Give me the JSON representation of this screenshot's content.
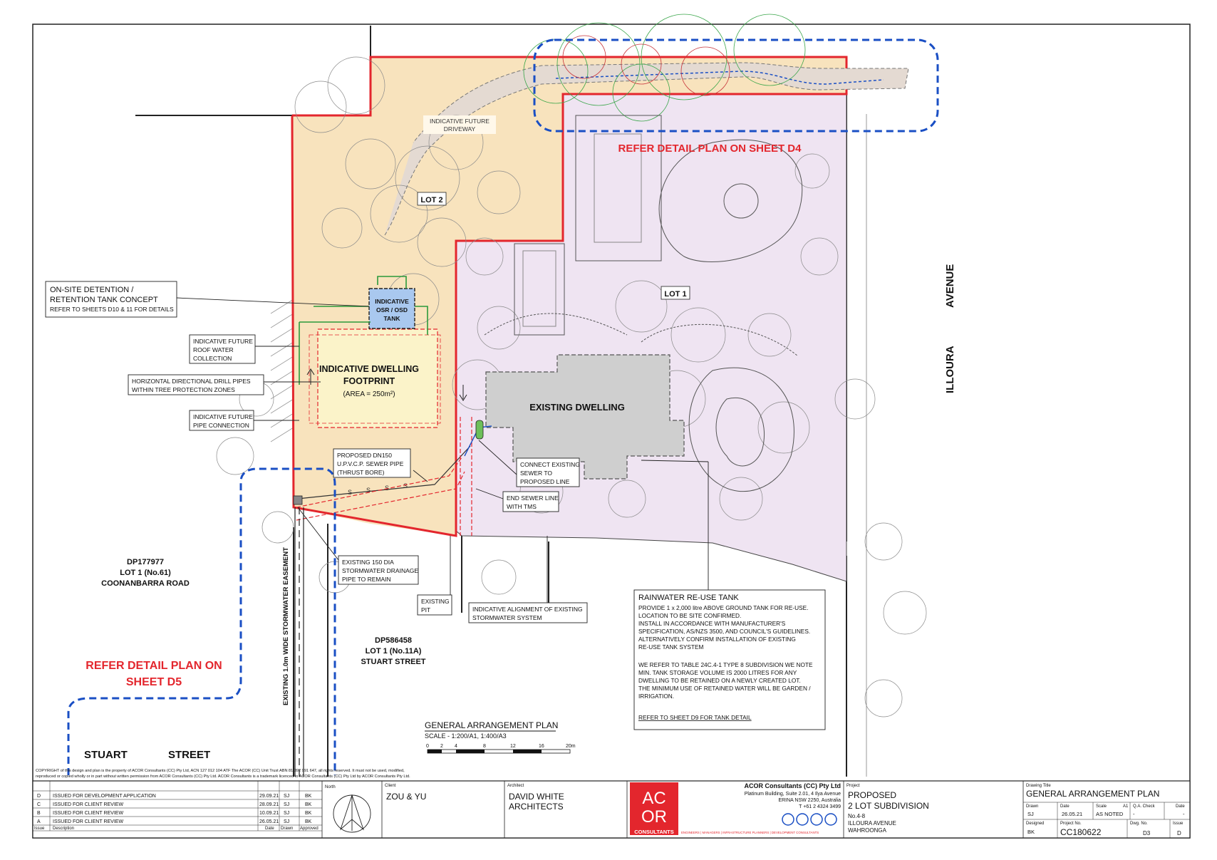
{
  "plan": {
    "title": "GENERAL ARRANGEMENT PLAN",
    "scale": "SCALE - 1:200/A1, 1:400/A3",
    "scale_ticks": [
      "0",
      "2",
      "4",
      "8",
      "12",
      "16",
      "20m"
    ]
  },
  "refer": {
    "d4": "REFER DETAIL PLAN ON SHEET D4",
    "d5_line1": "REFER DETAIL PLAN ON",
    "d5_line2": "SHEET D5"
  },
  "lots": {
    "lot1": "LOT 1",
    "lot2": "LOT 2",
    "existing_dwelling": "EXISTING DWELLING",
    "dwelling_line1": "INDICATIVE DWELLING",
    "dwelling_line2": "FOOTPRINT",
    "dwelling_area": "(AREA = 250m²)",
    "tank_line1": "INDICATIVE",
    "tank_line2": "OSR / OSD",
    "tank_line3": "TANK",
    "driveway_line1": "INDICATIVE FUTURE",
    "driveway_line2": "DRIVEWAY"
  },
  "streets": {
    "illoura_avenue": "AVENUE",
    "illoura": "ILLOURA",
    "stuart": "STUART",
    "street": "STREET",
    "easement": "EXISTING 1.0m WIDE STORMWATER EASEMENT"
  },
  "neighbours": {
    "west_dp": "DP177977",
    "west_lot": "LOT 1 (No.61)",
    "west_road": "COONANBARRA ROAD",
    "south_dp": "DP586458",
    "south_lot": "LOT 1 (No.11A)",
    "south_street": "STUART STREET"
  },
  "callouts": {
    "osd_line1": "ON-SITE DETENTION /",
    "osd_line2": "RETENTION TANK CONCEPT",
    "osd_line3": "REFER TO SHEETS D10 & 11 FOR DETAILS",
    "roof_line1": "INDICATIVE FUTURE",
    "roof_line2": "ROOF WATER",
    "roof_line3": "COLLECTION",
    "hdd_line1": "HORIZONTAL DIRECTIONAL DRILL PIPES",
    "hdd_line2": "WITHIN TREE PROTECTION ZONES",
    "pipe_line1": "INDICATIVE FUTURE",
    "pipe_line2": "PIPE CONNECTION",
    "sewer_line1": "PROPOSED DN150",
    "sewer_line2": "U.P.V.C.P. SEWER PIPE",
    "sewer_line3": "(THRUST BORE)",
    "connect_line1": "CONNECT EXISTING",
    "connect_line2": "SEWER TO",
    "connect_line3": "PROPOSED LINE",
    "end_line1": "END SEWER LINE",
    "end_line2": "WITH TMS",
    "drain_line1": "EXISTING 150 DIA",
    "drain_line2": "STORMWATER DRAINAGE",
    "drain_line3": "PIPE TO REMAIN",
    "pit_line1": "EXISTING",
    "pit_line2": "PIT",
    "align_line1": "INDICATIVE ALIGNMENT OF EXISTING",
    "align_line2": "STORMWATER SYSTEM"
  },
  "rainwater": {
    "title": "RAINWATER RE-USE TANK",
    "lines": [
      "PROVIDE 1 x 2,000 litre ABOVE GROUND TANK FOR RE-USE.",
      "LOCATION TO BE SITE CONFIRMED.",
      "INSTALL IN ACCORDANCE WITH MANUFACTURER'S",
      "SPECIFICATION, AS/NZS 3500, AND COUNCIL'S GUIDELINES.",
      "ALTERNATIVELY CONFIRM  INSTALLATION OF EXISTING",
      "RE-USE TANK SYSTEM",
      "",
      "WE REFER TO TABLE 24C.4-1 TYPE 8 SUBDIVISION WE NOTE",
      "MIN. TANK STORAGE VOLUME IS 2000 LITRES FOR ANY",
      "DWELLING TO BE RETAINED ON A NEWLY CREATED LOT.",
      "THE MINIMUM USE OF RETAINED WATER WILL BE GARDEN /",
      "IRRIGATION."
    ],
    "refer": "REFER TO SHEET D9 FOR TANK DETAIL"
  },
  "copyright": {
    "line1": "COPYRIGHT of this design and plan is the property of ACOR Consultants (CC) Pty Ltd, ACN 127 012 104 ATF The ACOR (CC) Unit Trust ABN 81 392 991 647, all rights reserved. It must not be used, modified,",
    "line2": "reproduced or copied wholly or in part without written permission from ACOR Consultants (CC) Pty Ltd. ACOR Consultants is a trademark licenced to ACOR Consultants (CC) Pty Ltd by ACOR Consultants Pty Ltd."
  },
  "issues": {
    "rows": [
      {
        "issue": "D",
        "desc": "ISSUED FOR DEVELOPMENT APPLICATION",
        "date": "29.09.21",
        "drawn": "SJ",
        "approved": "BK"
      },
      {
        "issue": "C",
        "desc": "ISSUED FOR CLIENT REVIEW",
        "date": "28.09.21",
        "drawn": "SJ",
        "approved": "BK"
      },
      {
        "issue": "B",
        "desc": "ISSUED FOR CLIENT REVIEW",
        "date": "10.09.21",
        "drawn": "SJ",
        "approved": "BK"
      },
      {
        "issue": "A",
        "desc": "ISSUED FOR CLIENT REVIEW",
        "date": "26.05.21",
        "drawn": "SJ",
        "approved": "BK"
      }
    ],
    "header": {
      "issue": "Issue",
      "desc": "Description",
      "date": "Date",
      "drawn": "Drawn",
      "approved": "Approved"
    },
    "north": "North"
  },
  "title_block": {
    "client_label": "Client",
    "client": "ZOU & YU",
    "architect_label": "Architect",
    "architect_line1": "DAVID WHITE",
    "architect_line2": "ARCHITECTS",
    "logo_top": "AC",
    "logo_bottom": "OR",
    "logo_word": "CONSULTANTS",
    "logo_tagline": "ENGINEERS | MANAGERS | INFRASTRUCTURE PLANNERS | DEVELOPMENT CONSULTANTS",
    "firm": "ACOR Consultants (CC) Pty Ltd",
    "firm_addr1": "Platinum Building, Suite 2.01, 4 Ilya Avenue",
    "firm_addr2": "ERINA NSW 2250, Australia",
    "firm_phone": "T +61 2 4324 3499",
    "project_label": "Project",
    "project_line1": "PROPOSED",
    "project_line2": "2 LOT SUBDIVISION",
    "project_line3": "No.4-8",
    "project_line4": "ILLOURA AVENUE",
    "project_line5": "WAHROONGA",
    "drawing_title_label": "Drawing Title",
    "drawing_title": "GENERAL ARRANGEMENT PLAN",
    "drawn_label": "Drawn",
    "drawn": "SJ",
    "date_label": "Date",
    "date": "26.05.21",
    "scale_label": "Scale",
    "scale_size": "A1",
    "scale": "AS NOTED",
    "qa_label": "Q.A. Check",
    "qa": "-",
    "qa_date_label": "Date",
    "qa_date": "-",
    "designed_label": "Designed",
    "designed": "BK",
    "project_no_label": "Project No.",
    "project_no": "CC180622",
    "dwg_no_label": "Dwg. No.",
    "dwg_no": "D3",
    "issue_label": "Issue",
    "issue": "D"
  },
  "colors": {
    "lot1_fill": "#efe4f2",
    "lot2_fill": "#f8e3bd",
    "boundary": "#e3262d",
    "detail_outline": "#1a4fc4",
    "dwelling_fill": "#cfcfcf",
    "tank_fill": "#a9c8ef",
    "logo_red": "#e3262d"
  }
}
